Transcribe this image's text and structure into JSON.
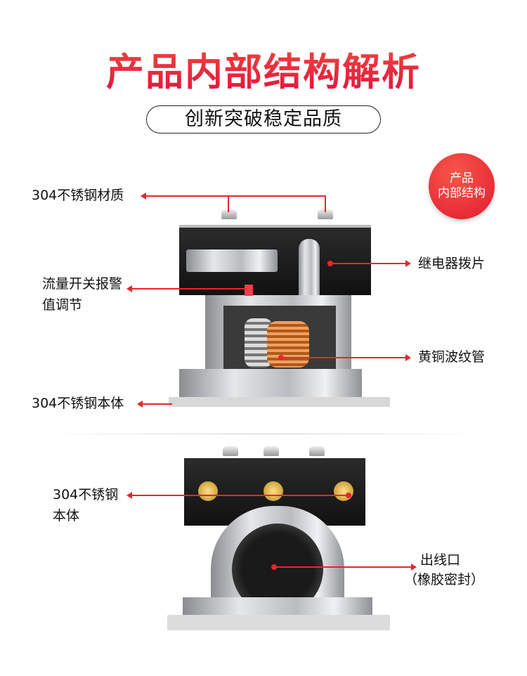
{
  "header": {
    "title": "产品内部结构解析",
    "subtitle": "创新突破稳定品质"
  },
  "badge": {
    "line1": "产品",
    "line2": "内部结构"
  },
  "top_labels": {
    "material": "304不锈钢材质",
    "adjust_line1": "流量开关报警",
    "adjust_line2": "值调节",
    "relay": "继电器拨片",
    "bellows": "黄铜波纹管",
    "body": "304不锈钢本体"
  },
  "bottom_labels": {
    "body_line1": "304不锈钢",
    "body_line2": "本体",
    "outlet_line1": "出线口",
    "outlet_line2": "（橡胶密封）"
  },
  "colors": {
    "accent": "#e8262c"
  }
}
